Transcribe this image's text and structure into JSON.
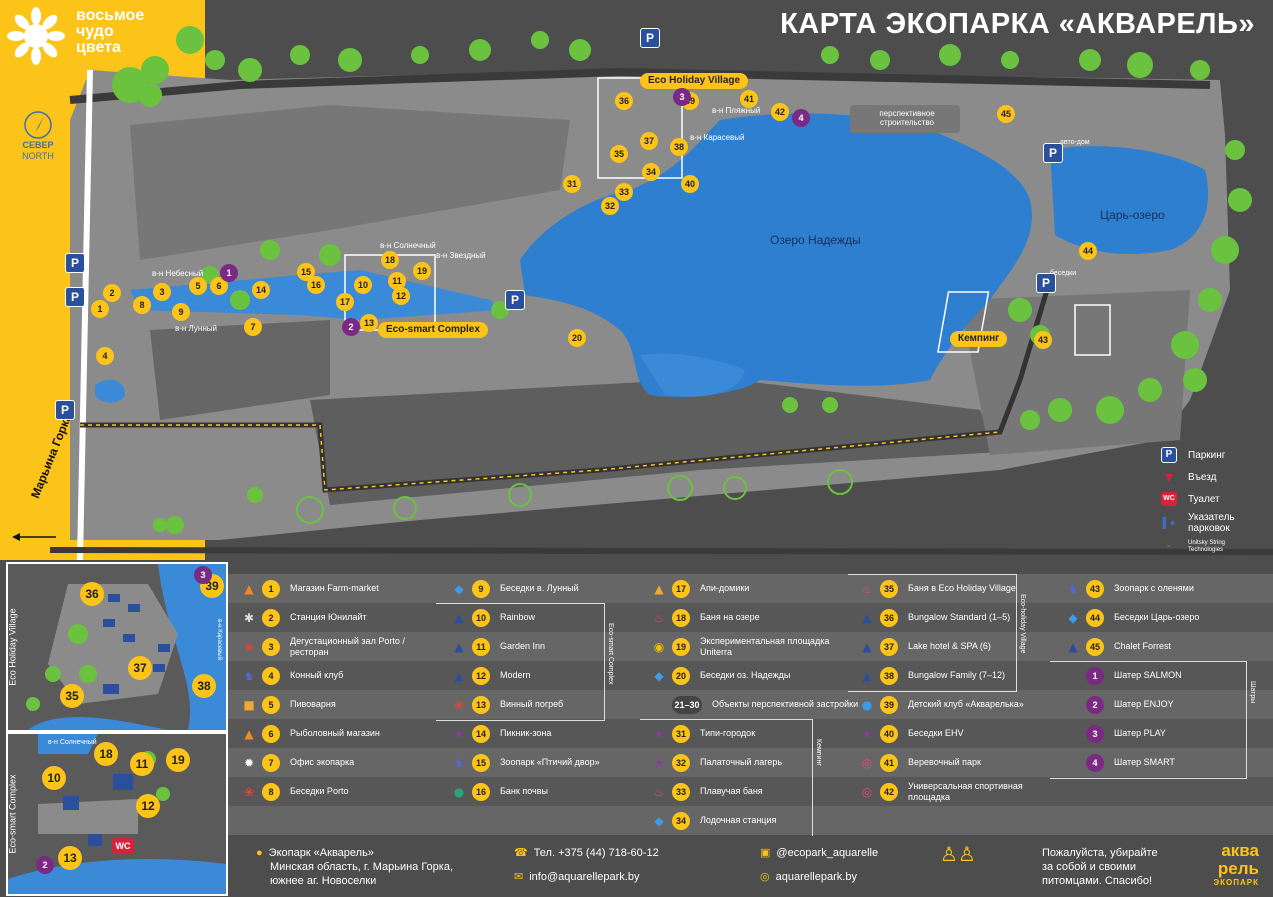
{
  "brand": {
    "line1": "восьмое",
    "line2": "чудо",
    "line3": "цвета"
  },
  "title": "КАРТА ЭКОПАРКА «АКВАРЕЛЬ»",
  "north": {
    "ru": "СЕВЕР",
    "en": "NORTH"
  },
  "road": "Марьина Горка",
  "map_labels": {
    "lake_main": "Озеро Надежды",
    "lake_small": "Царь-озеро",
    "eco_holiday": "Eco Holiday Village",
    "eco_smart": "Eco-smart Complex",
    "camping": "Кемпинг",
    "prospective": "перспективное строительство",
    "prospective_short": "перспективное строительство",
    "mkr_sunny": "в-н Солнечный",
    "mkr_star": "в-н Звездный",
    "mkr_sky": "в-н Небесный",
    "mkr_lunar": "в-н Лунный",
    "mkr_beach": "в-н Пляжный",
    "mkr_karas": "в-н Карасевый",
    "gazebos": "беседки",
    "auto_house": "авто-дом",
    "wc": "WC"
  },
  "parkings": [
    "P1",
    "P2",
    "P3",
    "P4",
    "P5",
    "P6"
  ],
  "legend_map": {
    "parking": "Паркинг",
    "entry": "Въезд",
    "toilet": "Туалет",
    "pointer": "Указатель парковок",
    "unitsky": "Unitsky String Technologies"
  },
  "inset1": {
    "label": "Eco Holiday Village",
    "nums": [
      "36",
      "39",
      "37",
      "35",
      "38",
      "3"
    ],
    "street": "в-н Карасевый"
  },
  "inset2": {
    "label": "Eco-smart Complex",
    "nums": [
      "10",
      "18",
      "11",
      "19",
      "12",
      "13",
      "2"
    ],
    "street": "в-н Солнечный",
    "wc": "WC"
  },
  "table": {
    "rows": [
      [
        {
          "n": "1",
          "t": "Магазин Farm-market",
          "ic": "flame-icon"
        },
        {
          "n": "9",
          "t": "Беседки в. Лунный",
          "ic": "fish-icon"
        },
        {
          "n": "17",
          "t": "Апи-домики",
          "ic": "bee-icon"
        },
        {
          "n": "35",
          "t": "Баня в Eco Holiday Village",
          "ic": "steam-icon"
        },
        {
          "n": "43",
          "t": "Зоопарк с оленями",
          "ic": "deer-icon"
        }
      ],
      [
        {
          "n": "2",
          "t": "Станция Юнилайт",
          "ic": "gear-icon"
        },
        {
          "n": "10",
          "t": "Rainbow",
          "ic": "house-icon"
        },
        {
          "n": "18",
          "t": "Баня на озере",
          "ic": "steam-icon"
        },
        {
          "n": "36",
          "t": "Bungalow Standard (1–5)",
          "ic": "house-icon"
        },
        {
          "n": "44",
          "t": "Беседки Царь-озеро",
          "ic": "fish-icon"
        }
      ],
      [
        {
          "n": "3",
          "t": "Дегустационный зал Porto / ресторан",
          "ic": "fish-grill-icon"
        },
        {
          "n": "11",
          "t": "Garden Inn",
          "ic": "house-icon"
        },
        {
          "n": "19",
          "t": "Экспериментальная площадка Uniterra",
          "ic": "hat-icon"
        },
        {
          "n": "37",
          "t": "Lake hotel & SPA (6)",
          "ic": "house-icon"
        },
        {
          "n": "45",
          "t": "Chalet Forrest",
          "ic": "house-icon"
        }
      ],
      [
        {
          "n": "4",
          "t": "Конный клуб",
          "ic": "horse-icon"
        },
        {
          "n": "12",
          "t": "Modern",
          "ic": "house-icon"
        },
        {
          "n": "20",
          "t": "Беседки оз. Надежды",
          "ic": "fish-icon"
        },
        {
          "n": "38",
          "t": "Bungalow Family (7–12)",
          "ic": "house-icon"
        },
        {
          "n": "1",
          "t": "Шатер SALMON",
          "ic": "",
          "p": true
        }
      ],
      [
        {
          "n": "5",
          "t": "Пивоварня",
          "ic": "beer-icon"
        },
        {
          "n": "13",
          "t": "Винный погреб",
          "ic": "barrel-icon"
        },
        {
          "n": "21–30",
          "t": "Объекты перспективной застройки",
          "ic": "",
          "w": true
        },
        {
          "n": "39",
          "t": "Детский клуб «Акварелька»",
          "ic": "bear-icon"
        },
        {
          "n": "2",
          "t": "Шатер ENJOY",
          "ic": "",
          "p": true
        }
      ],
      [
        {
          "n": "6",
          "t": "Рыболовный магазин",
          "ic": "bait-icon"
        },
        {
          "n": "14",
          "t": "Пикник-зона",
          "ic": "star-icon"
        },
        {
          "n": "31",
          "t": "Типи-городок",
          "ic": "star-icon"
        },
        {
          "n": "40",
          "t": "Беседки EHV",
          "ic": "star-icon"
        },
        {
          "n": "3",
          "t": "Шатер PLAY",
          "ic": "",
          "p": true
        }
      ],
      [
        {
          "n": "7",
          "t": "Офис экопарка",
          "ic": "sun-icon"
        },
        {
          "n": "15",
          "t": "Зоопарк «Птичий двор»",
          "ic": "goat-icon"
        },
        {
          "n": "32",
          "t": "Палаточный лагерь",
          "ic": "star-icon"
        },
        {
          "n": "41",
          "t": "Веревочный парк",
          "ic": "ball-icon"
        },
        {
          "n": "4",
          "t": "Шатер SMART",
          "ic": "",
          "p": true
        }
      ],
      [
        {
          "n": "8",
          "t": "Беседки Porto",
          "ic": "fish-grill-icon"
        },
        {
          "n": "16",
          "t": "Банк почвы",
          "ic": "leaf-icon"
        },
        {
          "n": "33",
          "t": "Плавучая баня",
          "ic": "steam-icon"
        },
        {
          "n": "42",
          "t": "Универсальная спортивная площадка",
          "ic": "ball-icon"
        }
      ],
      [
        {},
        {},
        {
          "n": "34",
          "t": "Лодочная станция",
          "ic": "fish-icon"
        },
        {},
        {}
      ]
    ],
    "groups": {
      "eco_smart": "Eco-smart Complex",
      "camping": "Кемпинг",
      "ehv": "Eco-holiday Village",
      "tents": "Шатры"
    }
  },
  "footer": {
    "addr1": "Экопарк «Акварель»",
    "addr2": "Минская область, г. Марьина Горка,",
    "addr3": "южнее аг. Новоселки",
    "phone": "Тел. +375 (44) 718-60-12",
    "email": "info@aquarellepark.by",
    "insta": "@ecopark_aquarelle",
    "site": "aquarellepark.by",
    "note1": "Пожалуйста, убирайте",
    "note2": "за собой и своими",
    "note3": "питомцами. Спасибо!",
    "logo1": "аква",
    "logo2": "рель",
    "logo3": "ЭКОПАРК"
  },
  "colors": {
    "yellow": "#fcc318",
    "lake": "#2f7fd1",
    "green": "#6bc23e",
    "purple": "#7a2a82",
    "dark": "#4d4d4d"
  }
}
